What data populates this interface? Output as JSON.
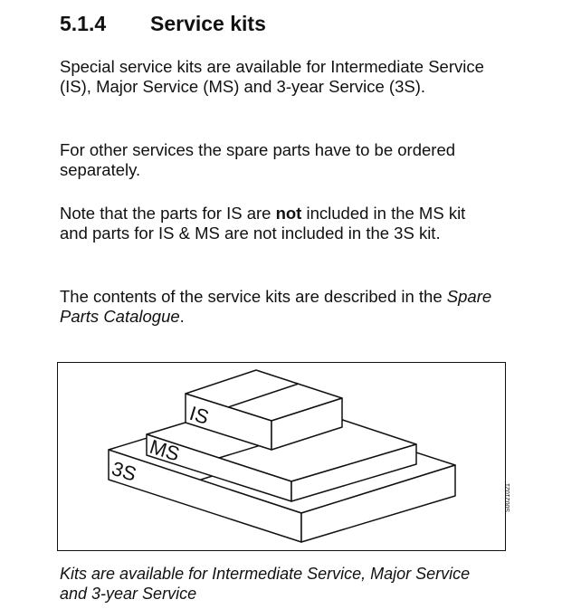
{
  "section": {
    "number": "5.1.4",
    "title": "Service kits"
  },
  "paragraphs": {
    "p1": "Special service kits are available for Intermediate Service (IS), Major Service (MS) and 3-year Service (3S).",
    "p2": "For other services the spare parts have to be ordered separately.",
    "p3_before": "Note that the parts for IS are ",
    "p3_bold": "not",
    "p3_after": " included in the MS kit and parts for IS & MS are not included in the 3S kit.",
    "p4_before": "The contents of the service kits are described in the ",
    "p4_italic": "Spare Parts Catalogue",
    "p4_after": "."
  },
  "figure": {
    "box_labels": {
      "is": "IS",
      "ms": "MS",
      "three_s": "3S"
    },
    "figure_id": "S0021021",
    "caption": "Kits are available for Intermediate Service, Major Service and 3-year Service"
  }
}
